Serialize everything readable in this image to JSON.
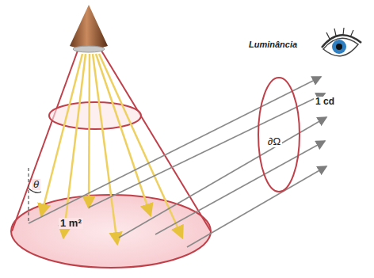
{
  "diagram": {
    "labels": [
      "Luminância",
      "1 cd",
      "∂Ω",
      "θ",
      "1 m²"
    ]
  }
}
